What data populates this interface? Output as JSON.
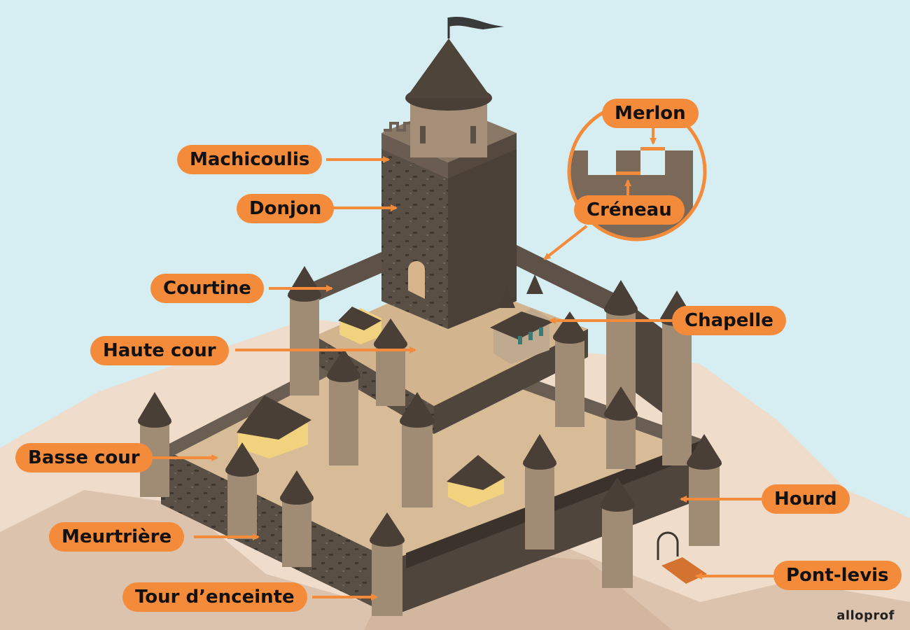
{
  "labels": {
    "machicoulis": "Machicoulis",
    "donjon": "Donjon",
    "courtine": "Courtine",
    "haute_cour": "Haute cour",
    "basse_cour": "Basse cour",
    "meurtriere": "Meurtrière",
    "tour_enceinte": "Tour d’enceinte",
    "merlon": "Merlon",
    "creneau": "Créneau",
    "chapelle": "Chapelle",
    "hourd": "Hourd",
    "pont_levis": "Pont-levis"
  },
  "brand": "alloprof",
  "colors": {
    "sky": "#d6edf1",
    "label_bg": "#f48b3a",
    "arrow": "#f48b3a",
    "stone": "#5a4f45",
    "stone_dark": "#3e3630",
    "roof": "#4a3f37",
    "tower": "#a08b74",
    "courtyard": "#d8bc98",
    "rock": "#ecd8c4"
  }
}
